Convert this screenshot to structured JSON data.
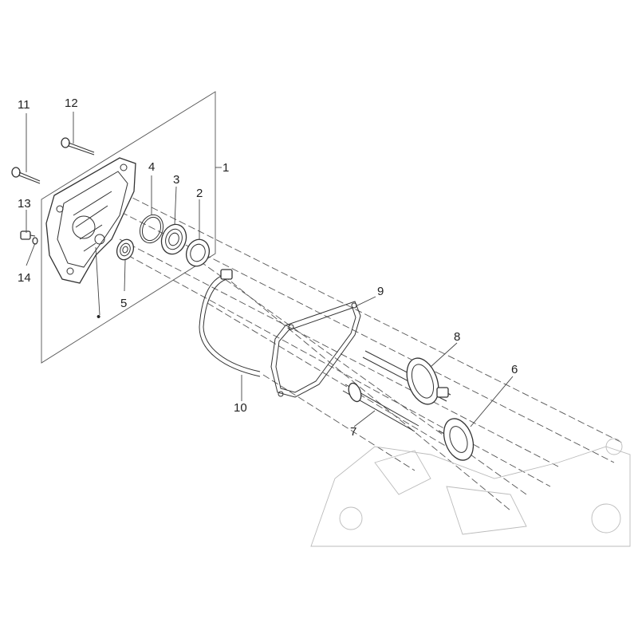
{
  "callouts": [
    {
      "label": "1"
    },
    {
      "label": "2"
    },
    {
      "label": "3"
    },
    {
      "label": "4"
    },
    {
      "label": "5"
    },
    {
      "label": "6"
    },
    {
      "label": "7"
    },
    {
      "label": "8"
    },
    {
      "label": "9"
    },
    {
      "label": "10"
    },
    {
      "label": "11"
    },
    {
      "label": "12"
    },
    {
      "label": "13"
    },
    {
      "label": "14"
    }
  ],
  "marker": {
    "label": "•"
  }
}
